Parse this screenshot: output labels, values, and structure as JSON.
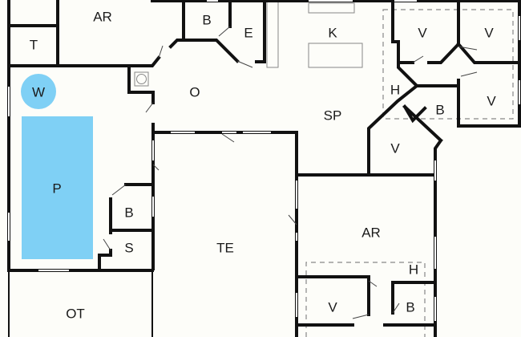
{
  "title": "Floor plan",
  "colors": {
    "water": "#7fd0f5",
    "wall": "#111111",
    "background": "#fdfdf9"
  },
  "rooms": {
    "ar_top": "AR",
    "t": "T",
    "b_top": "B",
    "e": "E",
    "k": "K",
    "w": "W",
    "o": "O",
    "p": "P",
    "sp": "SP",
    "h_top": "H",
    "v_tl": "V",
    "v_tr": "V",
    "b_right": "B",
    "v_right": "V",
    "v_mid": "V",
    "b_pool": "B",
    "s": "S",
    "te": "TE",
    "ar_bottom": "AR",
    "h_bottom": "H",
    "v_bottom": "V",
    "b_bottom": "B",
    "ot": "OT"
  }
}
